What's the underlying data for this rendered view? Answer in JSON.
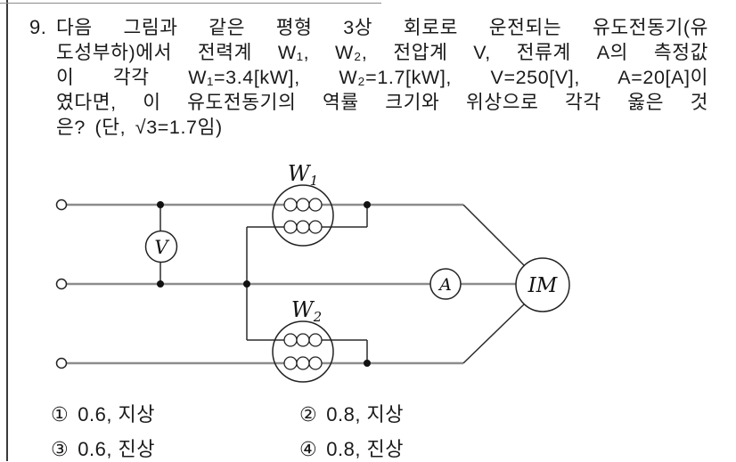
{
  "question": {
    "number": "9.",
    "lines": [
      "다음 그림과 같은 평형 3상 회로로 운전되는 유도전동기(유",
      "도성부하)에서 전력계 W₁, W₂, 전압계 V, 전류계 A의 측정값",
      "이 각각 W₁=3.4[kW], W₂=1.7[kW], V=250[V], A=20[A]이",
      "였다면, 이 유도전동기의 역률 크기와 위상으로 각각 옳은 것",
      "은? (단, √3=1.7임)"
    ]
  },
  "circuit": {
    "wattmeter1": {
      "base": "W",
      "sub": "1"
    },
    "wattmeter2": {
      "base": "W",
      "sub": "2"
    },
    "voltmeter": "V",
    "ammeter": "A",
    "motor": "IM"
  },
  "choices": [
    {
      "marker": "①",
      "text": "0.6, 지상"
    },
    {
      "marker": "②",
      "text": "0.8, 지상"
    },
    {
      "marker": "③",
      "text": "0.6, 진상"
    },
    {
      "marker": "④",
      "text": "0.8, 진상"
    }
  ],
  "colors": {
    "main_line": "#8c8c8c",
    "wire": "#2b2b2b",
    "ink": "#111111"
  }
}
